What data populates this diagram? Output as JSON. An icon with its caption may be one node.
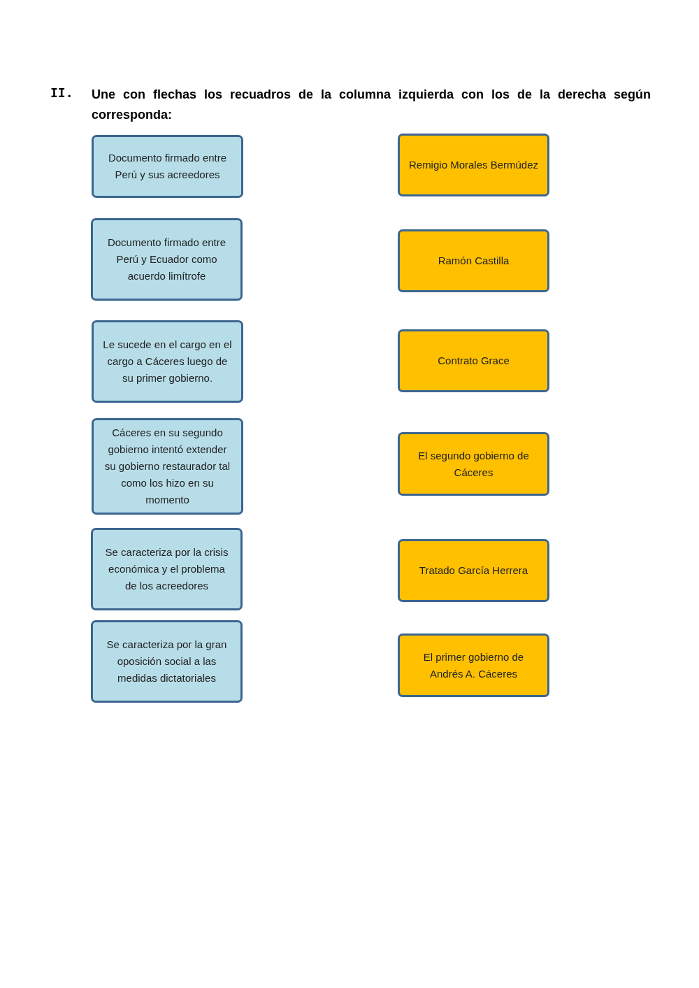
{
  "diagram": {
    "title": "Une con flechas los recuadros de la columna izquierda con los de la derecha según corresponda:",
    "labels": [
      "II."
    ],
    "nodes": [
      {
        "text": [
          "Documento firmado entre Perú y sus acreedores"
        ]
      },
      {
        "text": [
          "Remigio Morales Bermúdez"
        ]
      },
      {
        "text": [
          "Documento firmado entre Perú y Ecuador como acuerdo limítrofe"
        ]
      },
      {
        "text": [
          "Ramón Castilla"
        ]
      },
      {
        "text": [
          "Le sucede en el cargo en el cargo a Cáceres luego de su primer gobierno."
        ]
      },
      {
        "text": [
          "Contrato Grace"
        ]
      },
      {
        "text": [
          "Cáceres en su segundo gobierno intentó extender su gobierno restaurador tal como los hizo en su momento"
        ]
      },
      {
        "text": [
          "El segundo gobierno de Cáceres"
        ]
      },
      {
        "text": [
          "Se caracteriza por la crisis económica y el problema de los acreedores"
        ]
      },
      {
        "text": [
          "Tratado García Herrera"
        ]
      },
      {
        "text": [
          "Se caracteriza por la gran oposición social a las medidas dictatoriales"
        ]
      },
      {
        "text": [
          "El primer gobierno de Andrés A. Cáceres"
        ]
      }
    ]
  }
}
